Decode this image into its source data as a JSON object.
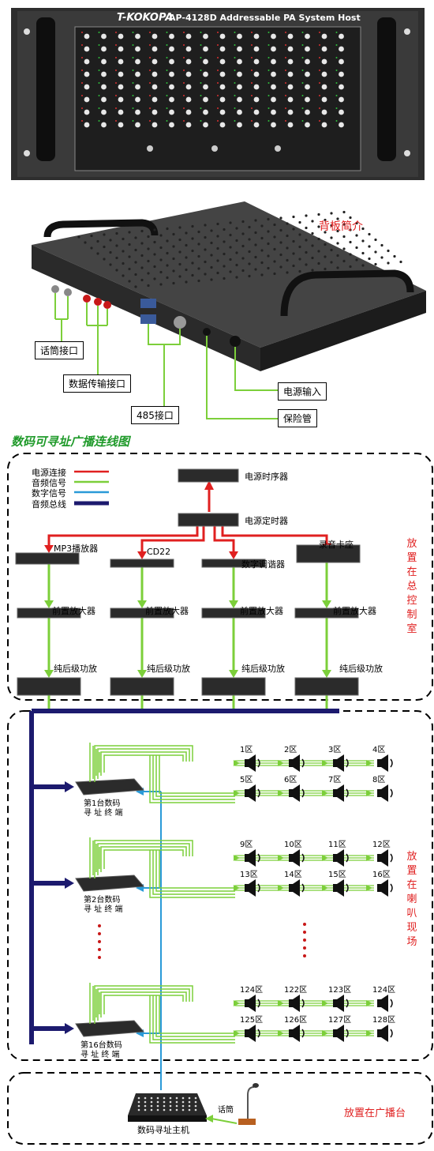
{
  "front_panel": {
    "brand": "T-KOKOPA",
    "model": "AP-4128D Addressable PA System Host"
  },
  "rear_panel": {
    "title": "背板简介",
    "callouts": {
      "mic": "话筒接口",
      "data": "数据传输接口",
      "rs485": "485接口",
      "power_in": "电源输入",
      "fuse": "保险管"
    }
  },
  "diagram_title": "数码可寻址广播连线图",
  "legend": [
    {
      "label": "电源连接",
      "color": "#e02020"
    },
    {
      "label": "音频信号",
      "color": "#7ccf3a"
    },
    {
      "label": "数字信号",
      "color": "#2a9ad8"
    },
    {
      "label": "音频总线",
      "color": "#1c1a6e"
    }
  ],
  "control_room": {
    "sequencer": "电源时序器",
    "timer": "电源定时器",
    "sources": [
      "MP3播放器",
      "CD22",
      "数字调谐器",
      "录音卡座"
    ],
    "preamp": "前置放大器",
    "amp": "纯后级功放",
    "side_label": "放置在总控制室"
  },
  "field": {
    "terminals": [
      {
        "line1": "第1台数码",
        "line2": "寻 址 终 端"
      },
      {
        "line1": "第2台数码",
        "line2": "寻 址 终 端"
      },
      {
        "line1": "第16台数码",
        "line2": "寻 址 终 端"
      }
    ],
    "zones": [
      [
        "1区",
        "2区",
        "3区",
        "4区",
        "5区",
        "6区",
        "7区",
        "8区"
      ],
      [
        "9区",
        "10区",
        "11区",
        "12区",
        "13区",
        "14区",
        "15区",
        "16区"
      ],
      [
        "124区",
        "122区",
        "123区",
        "124区",
        "125区",
        "126区",
        "127区",
        "128区"
      ]
    ],
    "side_label": "放置在喇叭现场"
  },
  "broadcast": {
    "host": "数码寻址主机",
    "mic": "话筒",
    "side_label": "放置在广播台"
  }
}
